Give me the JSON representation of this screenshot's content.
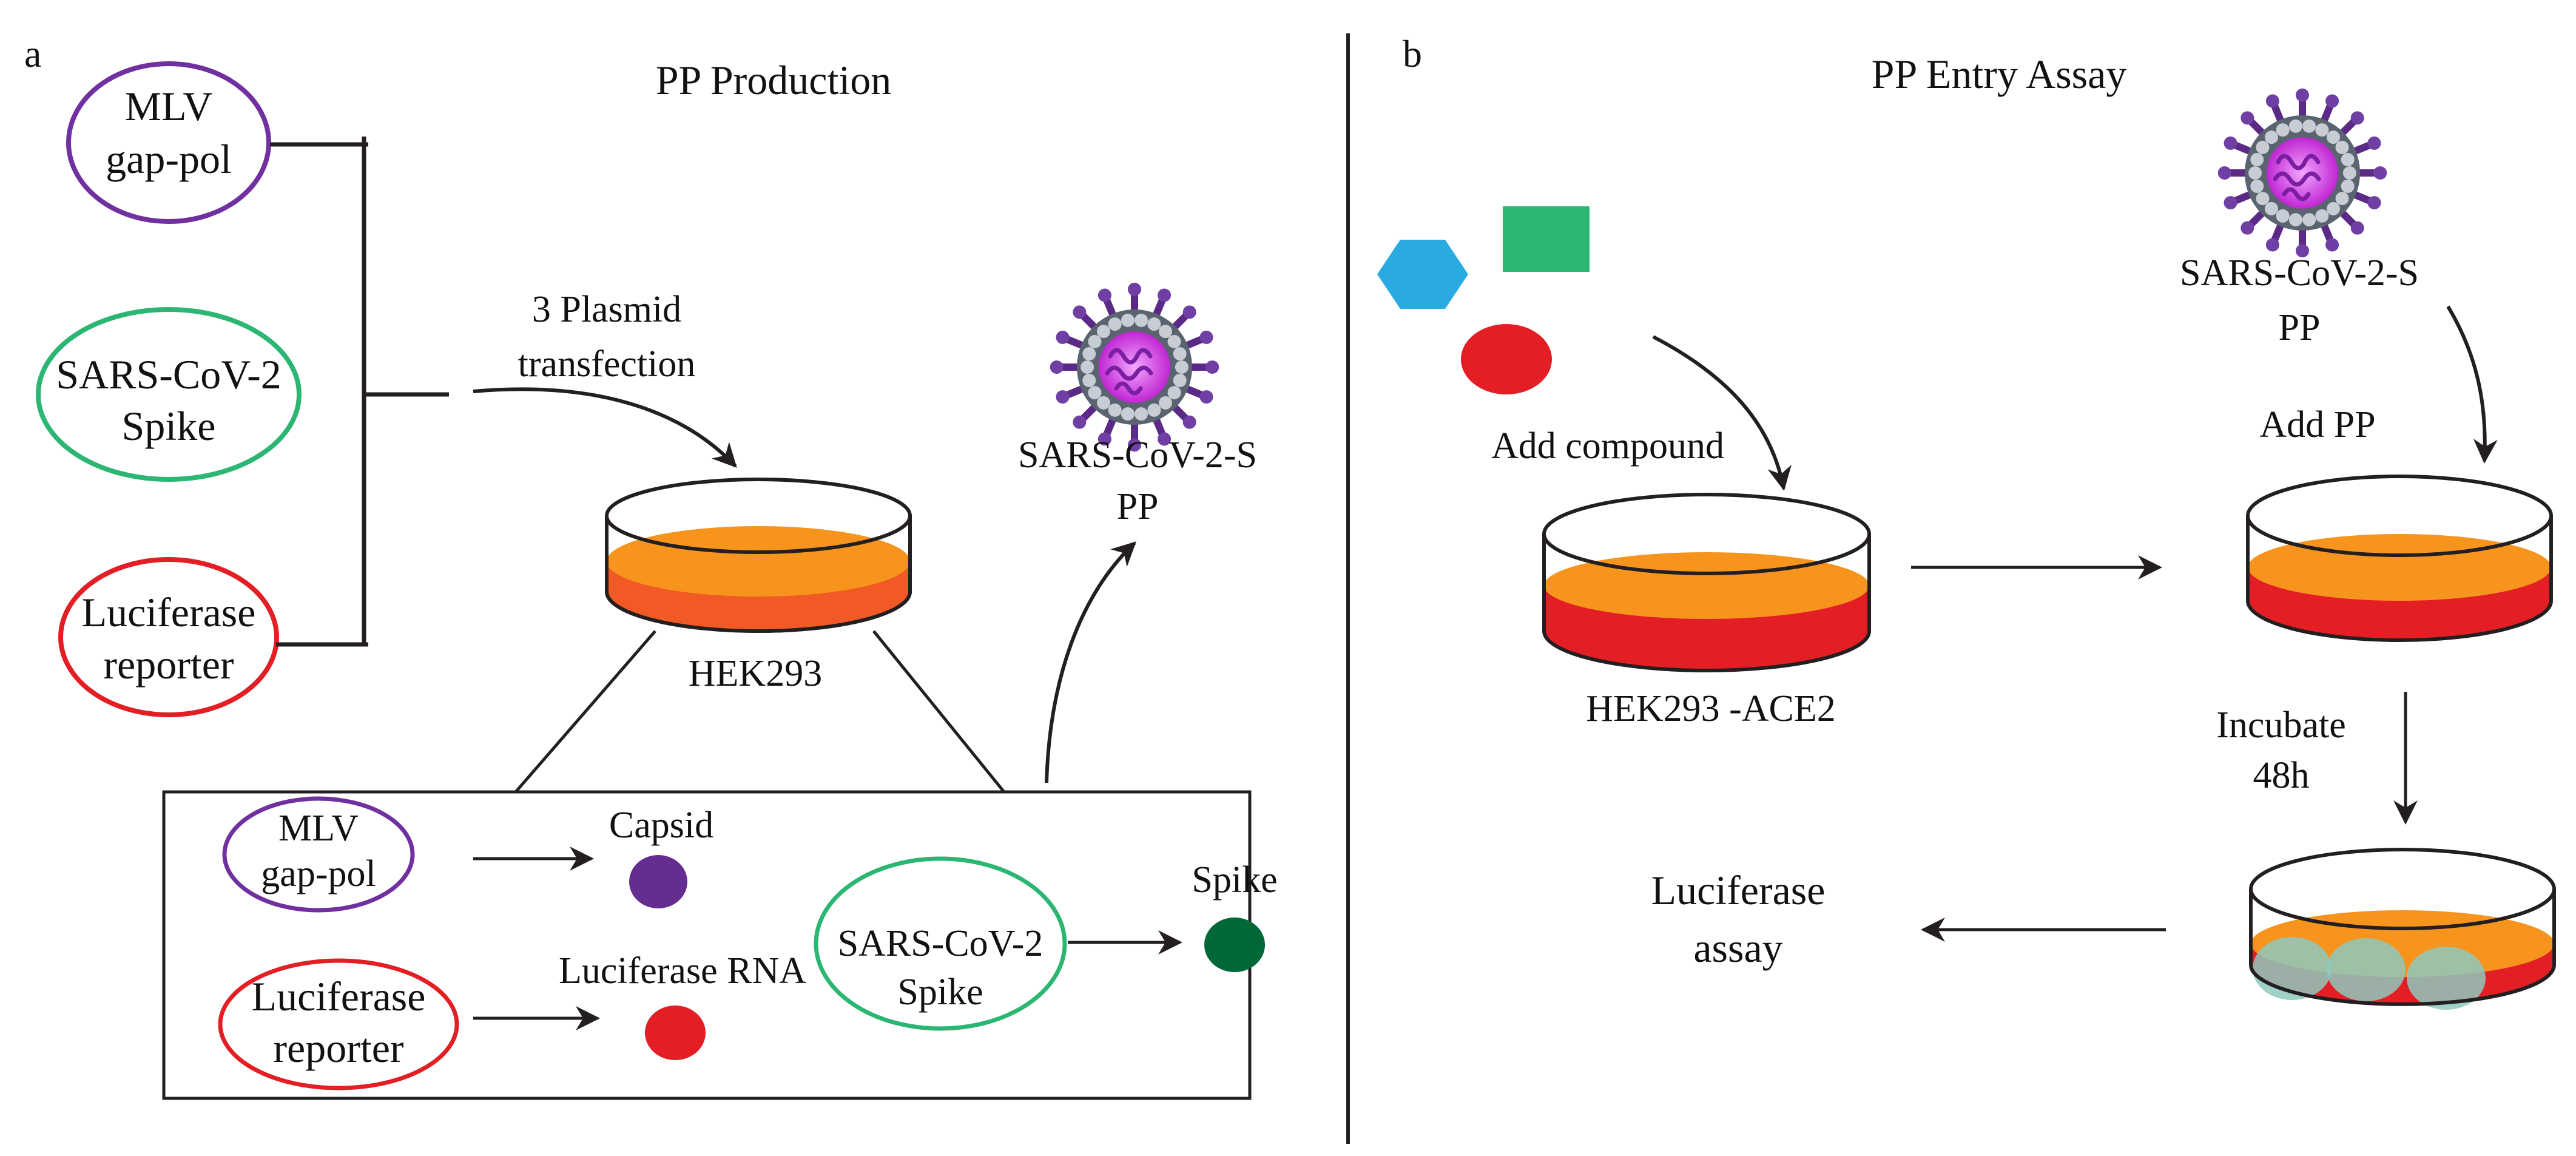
{
  "panel_a": {
    "letter": "a",
    "title": "PP Production",
    "plasmids": {
      "mlv_line1": "MLV",
      "mlv_line2": "gap-pol",
      "spike_line1": "SARS-CoV-2",
      "spike_line2": "Spike",
      "luc_line1": "Luciferase",
      "luc_line2": "reporter"
    },
    "transfection_line1": "3 Plasmid",
    "transfection_line2": "transfection",
    "dish_label": "HEK293",
    "pp_line1": "SARS-CoV-2-S",
    "pp_line2": "PP",
    "inset": {
      "mlv_line1": "MLV",
      "mlv_line2": "gap-pol",
      "capsid": "Capsid",
      "luc_line1": "Luciferase",
      "luc_line2": "reporter",
      "luc_rna": "Luciferase RNA",
      "spike_line1": "SARS-CoV-2",
      "spike_line2": "Spike",
      "spike_product": "Spike"
    }
  },
  "panel_b": {
    "letter": "b",
    "title": "PP Entry Assay",
    "add_compound": "Add compound",
    "dish1_label": "HEK293 -ACE2",
    "pp_line1": "SARS-CoV-2-S",
    "pp_line2": "PP",
    "add_pp": "Add PP",
    "incubate_line1": "Incubate",
    "incubate_line2": "48h",
    "luciferase_line1": "Luciferase",
    "luciferase_line2": "assay"
  },
  "colors": {
    "purple": "#7030a0",
    "green": "#2bb673",
    "red": "#e31e24",
    "orange": "#f7941d",
    "dark_orange": "#f15a24",
    "blue": "#29abe2",
    "dark_green": "#006837",
    "capsid_purple": "#662d91",
    "virus_magenta": "#e040fb"
  }
}
